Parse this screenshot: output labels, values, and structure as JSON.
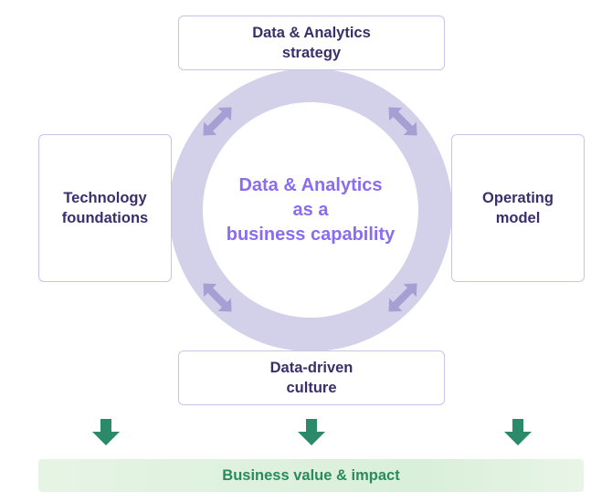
{
  "center": {
    "label": "Data & Analytics\nas a\nbusiness capability"
  },
  "boxes": {
    "top": "Data & Analytics\nstrategy",
    "left": "Technology\nfoundations",
    "right": "Operating\nmodel",
    "bottom": "Data-driven\nculture"
  },
  "outcome": {
    "label": "Business value & impact"
  },
  "colors": {
    "ring": "#d3d0ea",
    "arrow_purple": "#a69fd3",
    "center_text": "#8a6cf0",
    "box_text": "#3a2f6b",
    "green": "#2a8a5e",
    "green_bg": "#e0f2df"
  }
}
